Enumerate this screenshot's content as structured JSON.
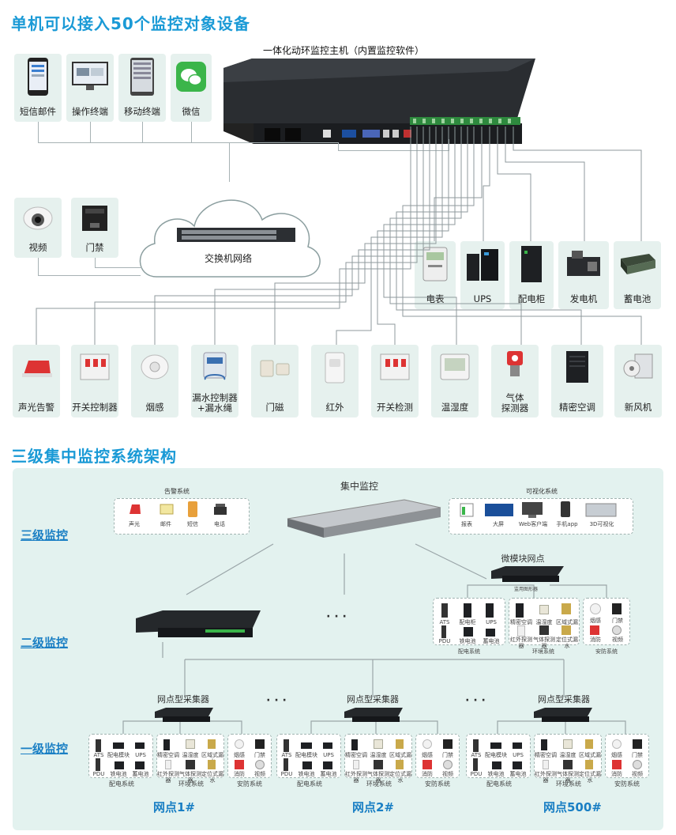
{
  "title1": "单机可以接入50个监控对象设备",
  "title2": "三级集中监控系统架构",
  "host_label": "一体化动环监控主机（内置监控软件）",
  "network_label": "交换机网络",
  "top_terminals": [
    "短信邮件",
    "操作终端",
    "移动终端",
    "微信"
  ],
  "left_devices": [
    "视频",
    "门禁"
  ],
  "right_devices": [
    "电表",
    "UPS",
    "配电柜",
    "发电机",
    "蓄电池"
  ],
  "bottom_devices": [
    "声光告警",
    "开关控制器",
    "烟感",
    "漏水控制器\n+漏水绳",
    "门磁",
    "红外",
    "开关检测",
    "温湿度",
    "气体\n探测器",
    "精密空调",
    "新风机"
  ],
  "arch": {
    "levels": [
      "三级监控",
      "二级监控",
      "一级监控"
    ],
    "central": "集中监控",
    "alarm_title": "告警系统",
    "alarm_items": [
      "声光",
      "邮件",
      "短信",
      "电话"
    ],
    "vis_title": "可视化系统",
    "vis_items": [
      "报表",
      "大屏",
      "Web客户端",
      "手机app",
      "3D可视化"
    ],
    "micro_node": "微模块网点",
    "micro_switch": "监用图形器",
    "micro_groups": [
      "配电系统",
      "环境系统",
      "安防系统"
    ],
    "micro_items": {
      "power": [
        "ATS",
        "配电柜",
        "UPS",
        "PDU",
        "铁电池",
        "蓄电池"
      ],
      "env": [
        "精密空调",
        "温湿度",
        "区域式漏水",
        "红外探测器",
        "气体探测器",
        "定位式漏水"
      ],
      "sec": [
        "烟感",
        "门禁",
        "消防",
        "视频"
      ]
    },
    "collector": "网点型采集器",
    "ellipsis": "· · ·",
    "node_groups": [
      "配电系统",
      "环境系统",
      "安防系统"
    ],
    "node_items": {
      "power": [
        "ATS",
        "配电模块",
        "UPS",
        "PDU",
        "铁电池",
        "蓄电池"
      ],
      "env": [
        "精密空调",
        "温湿度",
        "区域式漏水",
        "红外探测器",
        "气体探测器",
        "定位式漏水"
      ],
      "sec": [
        "烟感",
        "门禁",
        "消防",
        "视频"
      ]
    },
    "sites": [
      "网点1#",
      "网点2#",
      "网点500#"
    ]
  },
  "colors": {
    "accent": "#1a9ad6",
    "level": "#1a7fc4",
    "card": "#e6f1ee",
    "arch_bg": "#e3f2ef"
  }
}
